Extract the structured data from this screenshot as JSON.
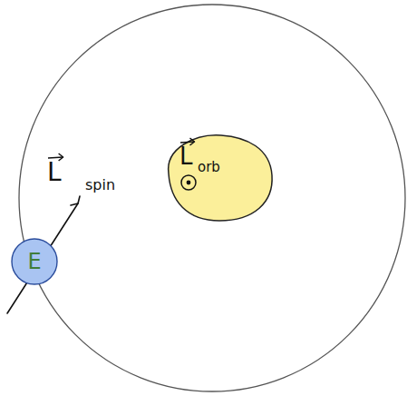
{
  "diagram": {
    "nodes": [
      {
        "text": [
          "L",
          "orb"
        ]
      },
      {
        "text": [
          "E"
        ]
      }
    ],
    "labels": [
      "L",
      "spin"
    ]
  }
}
